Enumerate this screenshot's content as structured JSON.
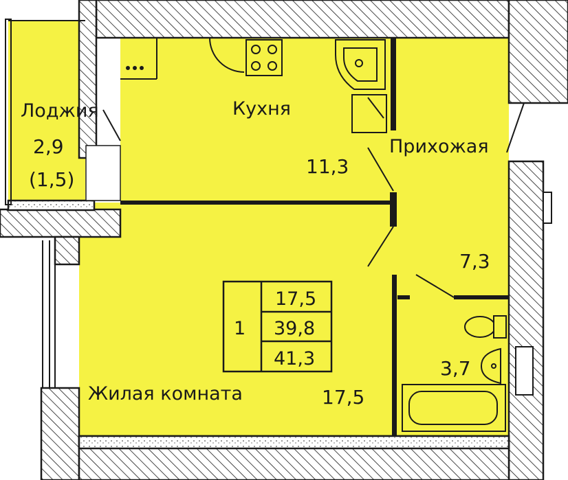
{
  "floorplan": {
    "fill_color": "#f5f244",
    "wall_color": "#1a1a1a",
    "rooms": {
      "loggia": {
        "name": "Лоджия",
        "area": "2,9",
        "area_reduced": "(1,5)"
      },
      "kitchen": {
        "name": "Кухня",
        "area": "11,3"
      },
      "hallway": {
        "name": "Прихожая",
        "area": "7,3"
      },
      "bathroom": {
        "area": "3,7"
      },
      "living": {
        "name": "Жилая комната",
        "area": "17,5"
      }
    },
    "summary": {
      "rooms_count": "1",
      "living_area": "17,5",
      "total_area": "39,8",
      "total_area_with_loggia": "41,3"
    }
  }
}
